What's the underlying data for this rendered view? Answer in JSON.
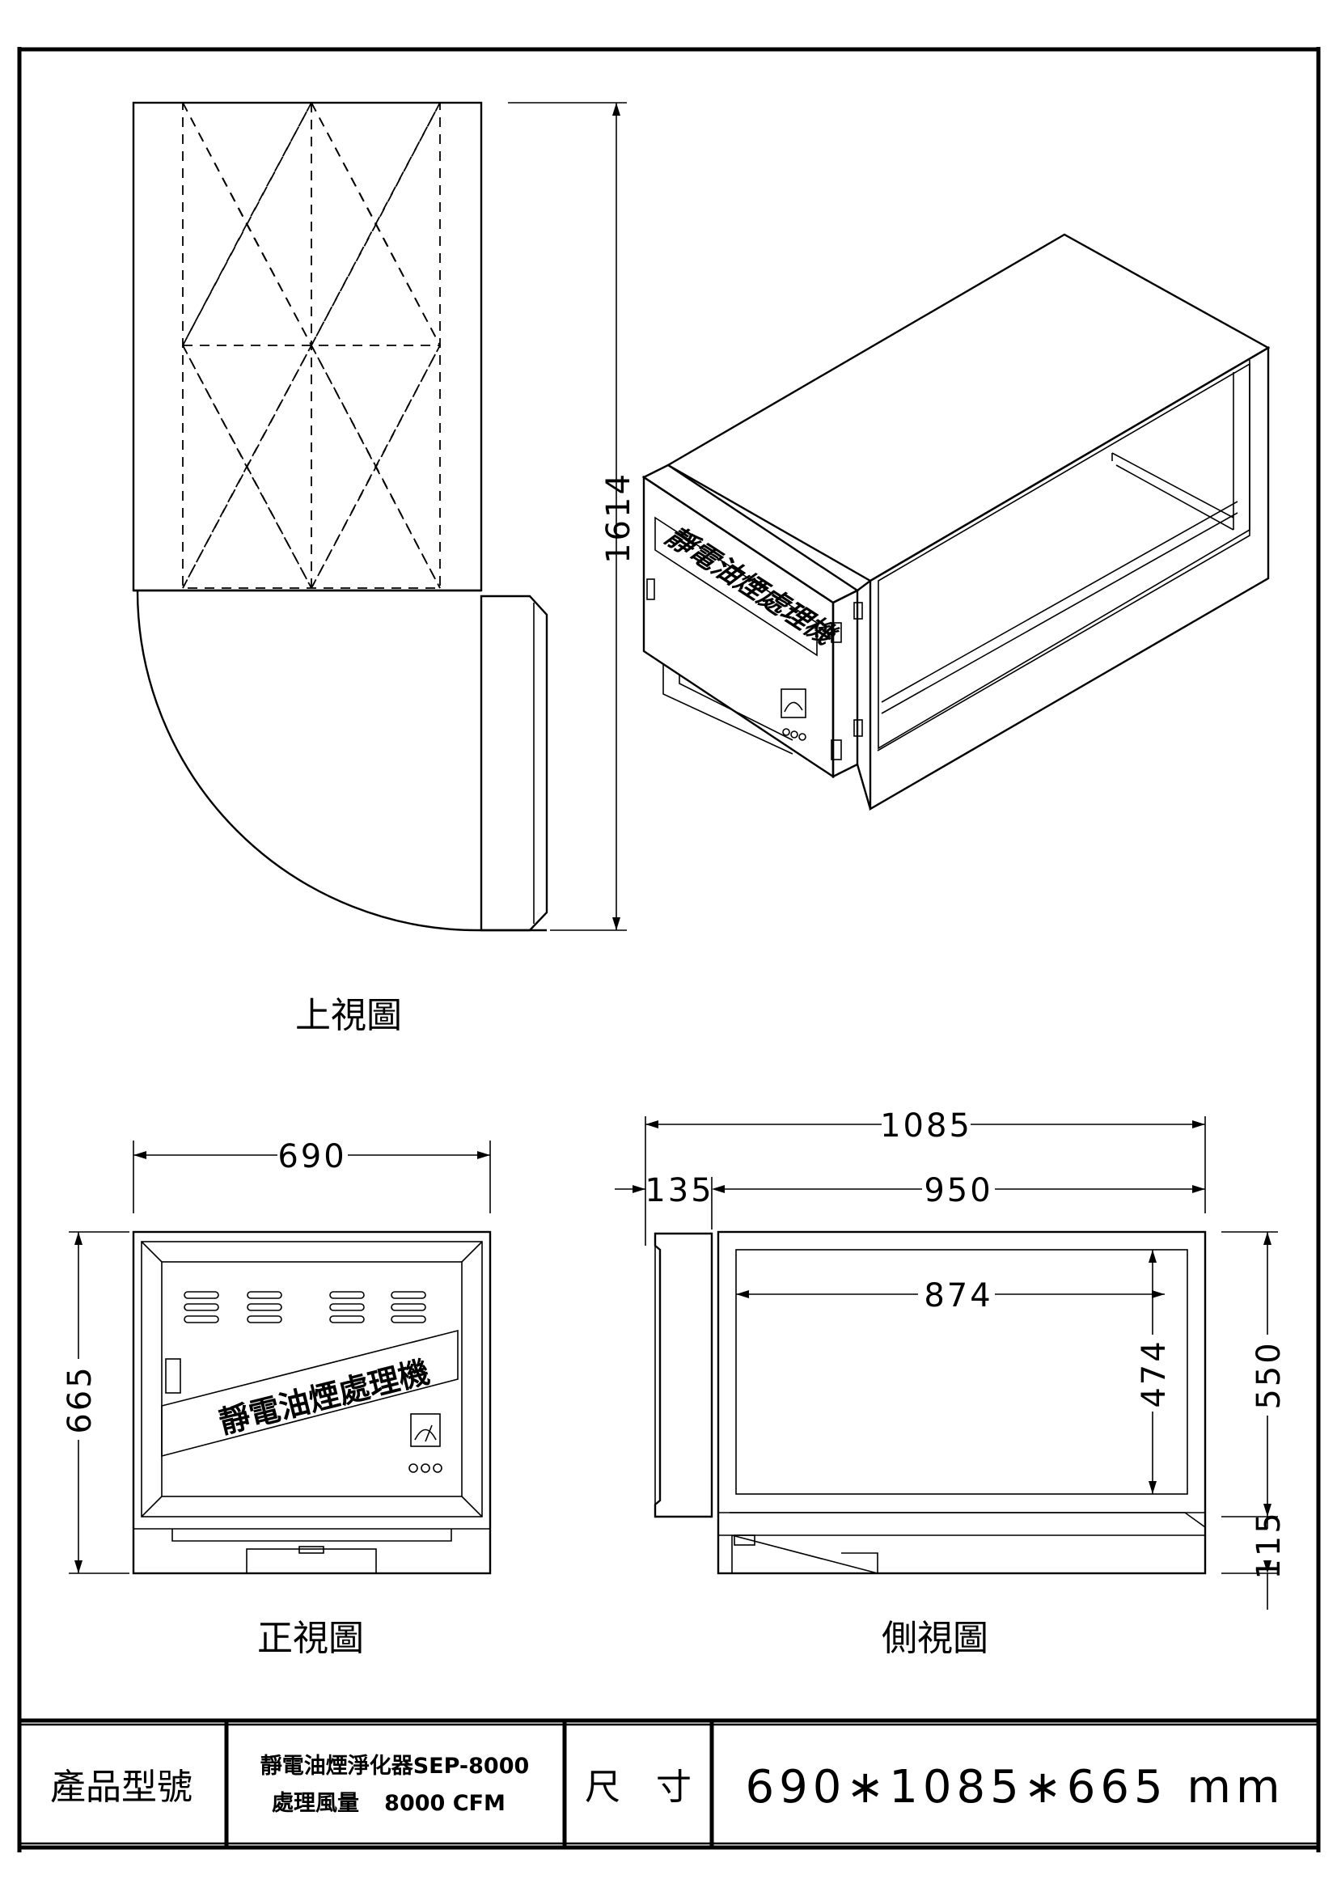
{
  "views": {
    "top_caption": "上視圖",
    "front_caption": "正視圖",
    "side_caption": "側視圖"
  },
  "label_plate": "靜電油煙處理機",
  "dimensions": {
    "top_length": "1614",
    "front_width": "690",
    "front_height": "665",
    "side_total": "1085",
    "side_left": "135",
    "side_body": "950",
    "side_inner_width": "874",
    "side_inner_height": "474",
    "side_height": "550",
    "side_base": "115"
  },
  "title_block": {
    "model_label": "產品型號",
    "model_line1": "靜電油煙淨化器SEP-8000",
    "model_line2_name": "處理風量",
    "model_line2_value": "8000 CFM",
    "size_label": "尺　寸",
    "size_value": "690∗1085∗665  mm"
  }
}
